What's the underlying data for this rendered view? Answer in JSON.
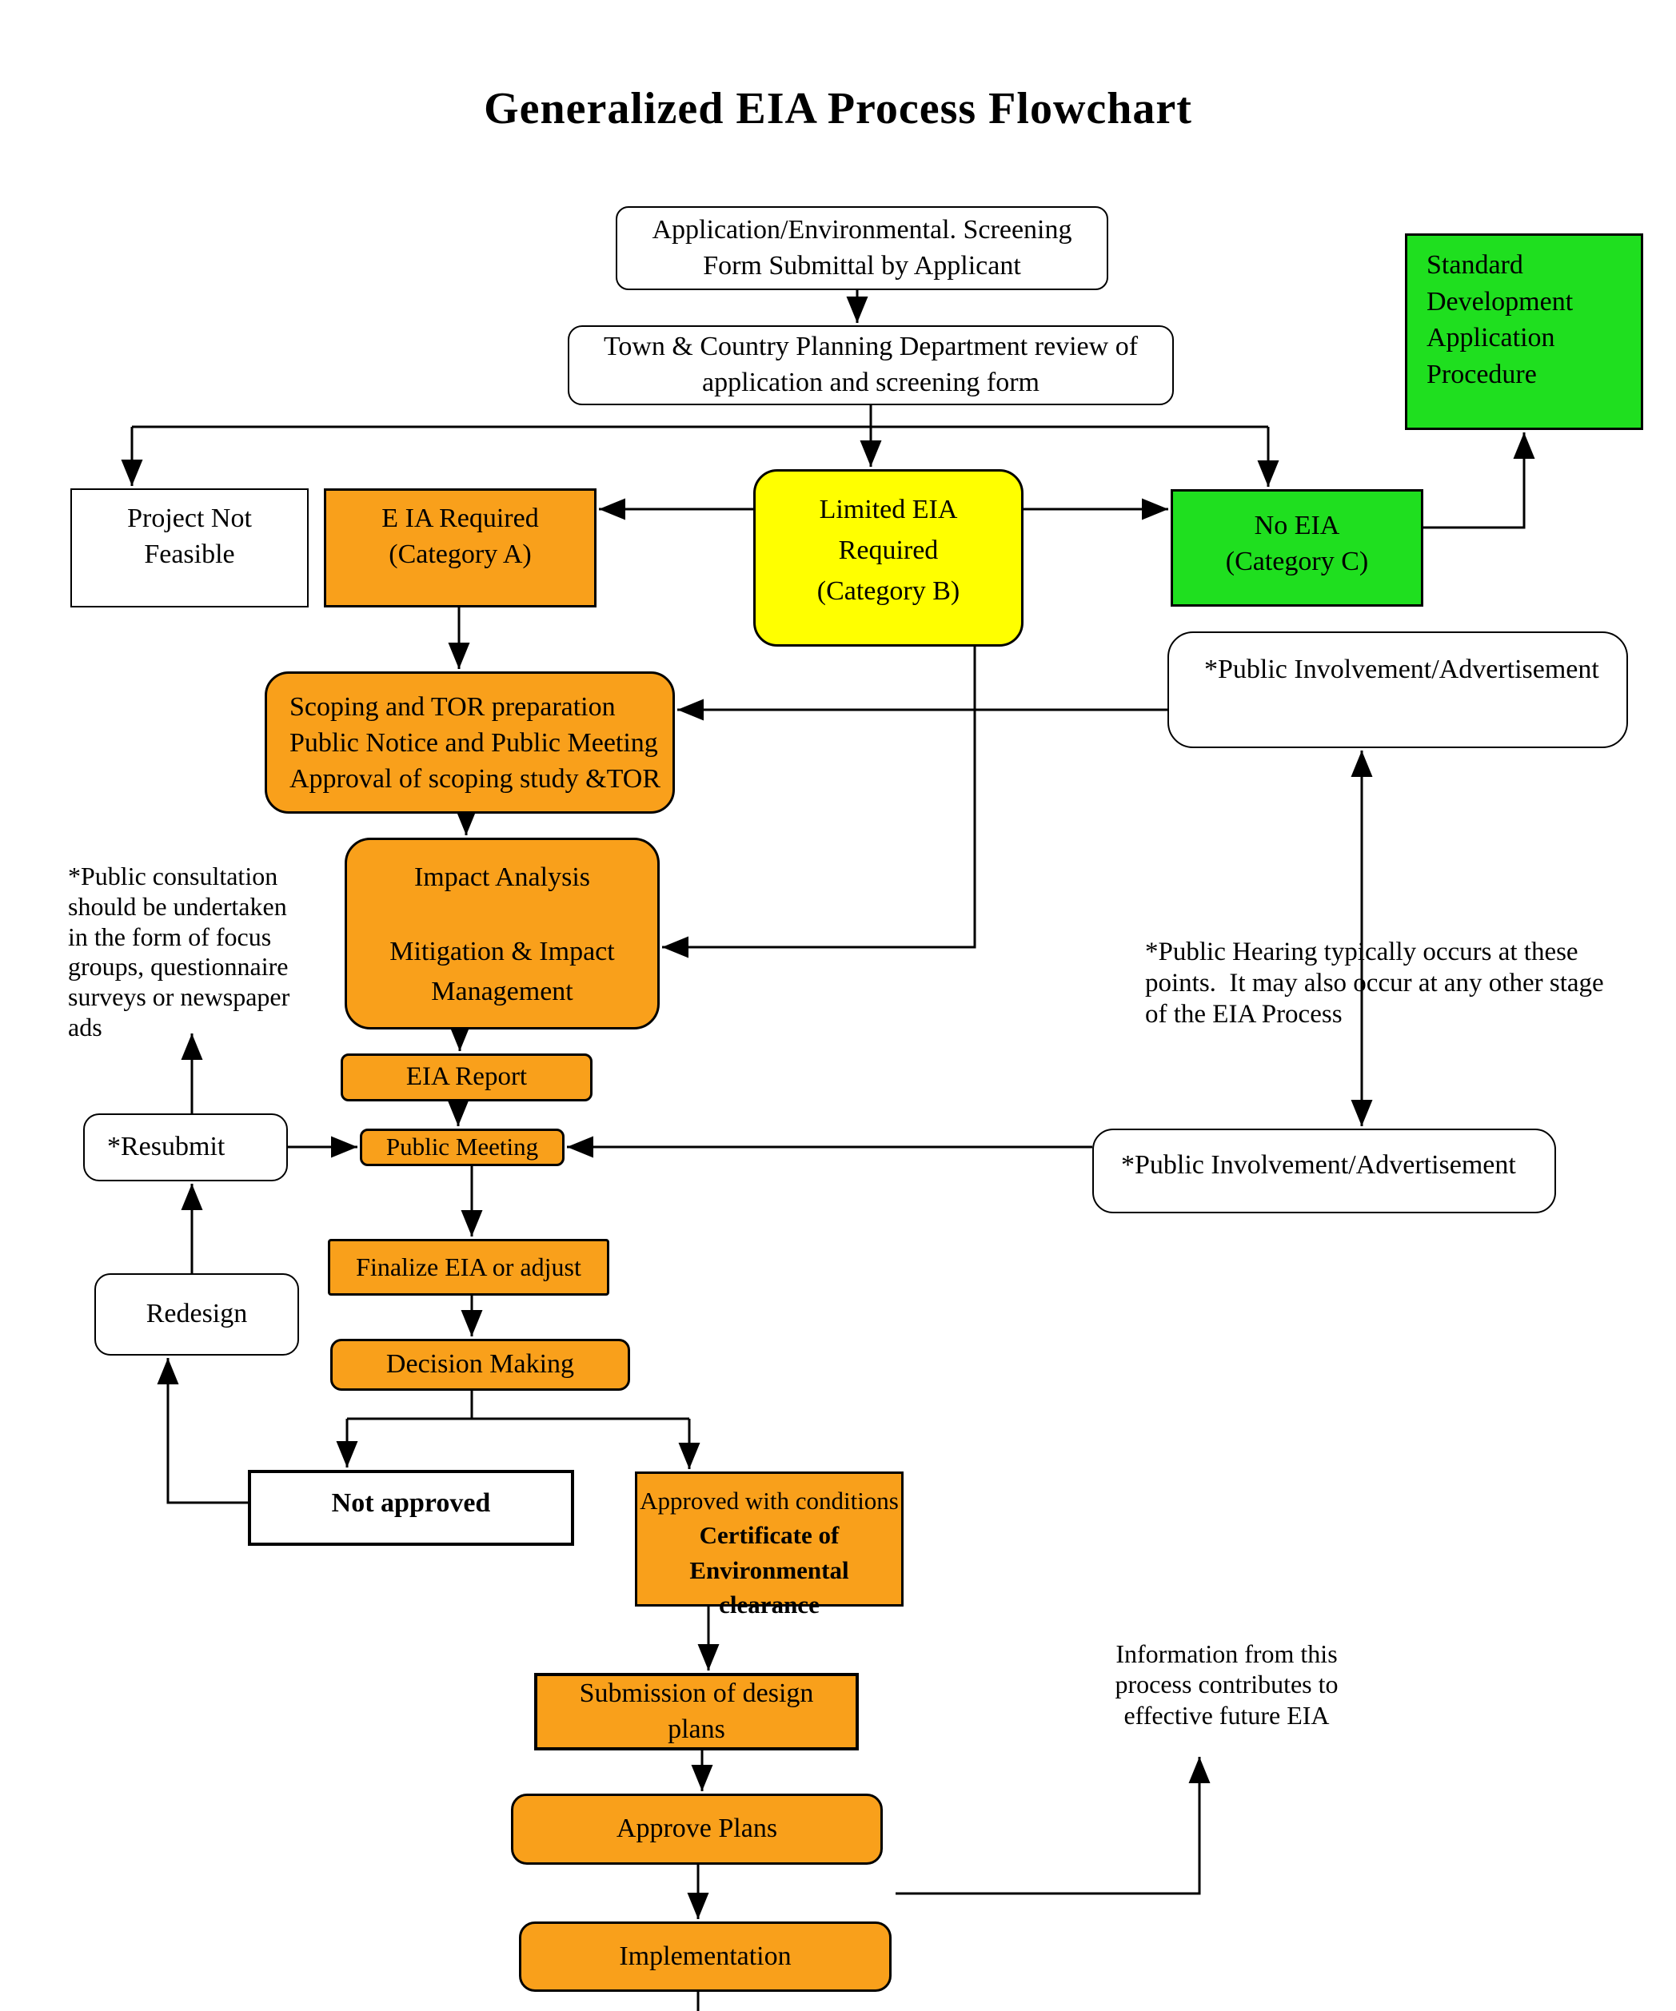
{
  "title": "Generalized EIA Process Flowchart",
  "colors": {
    "orange": "#f9a01b",
    "yellow": "#ffff00",
    "green": "#1fdf1f",
    "box_border": "#000000",
    "connector": "#000000"
  },
  "nodes": {
    "application": {
      "line1": "Application/Environmental. Screening",
      "line2": "Form Submittal by Applicant"
    },
    "tcp_review": {
      "line1": "Town & Country Planning Department review of",
      "line2": "application and screening form"
    },
    "standard_dev": {
      "text": "Standard Development Application Procedure"
    },
    "project_not_feasible": {
      "line1": "Project Not",
      "line2": "Feasible"
    },
    "eia_required": {
      "line1": "E IA Required",
      "line2": "(Category A)"
    },
    "limited_eia": {
      "line1": "Limited EIA",
      "line2": "Required",
      "line3": "(Category B)"
    },
    "no_eia": {
      "line1": "No EIA",
      "line2": "(Category C)"
    },
    "public_involvement_top": {
      "text": "*Public Involvement/Advertisement"
    },
    "scoping": {
      "line1": "Scoping and TOR preparation",
      "line2": "Public Notice and Public Meeting",
      "line3": "Approval of scoping study &TOR"
    },
    "impact": {
      "line1": "Impact Analysis",
      "line2": "Mitigation & Impact",
      "line3": "Management"
    },
    "eia_report": {
      "text": "EIA Report"
    },
    "resubmit": {
      "text": "*Resubmit"
    },
    "public_meeting": {
      "text": "Public Meeting"
    },
    "public_involvement_mid": {
      "text": "*Public Involvement/Advertisement"
    },
    "finalize": {
      "text": "Finalize EIA or adjust"
    },
    "redesign": {
      "text": "Redesign"
    },
    "decision": {
      "text": "Decision Making"
    },
    "not_approved": {
      "text": "Not approved"
    },
    "approved": {
      "line1": "Approved with conditions",
      "line2": "Certificate of",
      "line3": "Environmental clearance"
    },
    "submission": {
      "line1": "Submission of design",
      "line2": "plans"
    },
    "approve_plans": {
      "text": "Approve Plans"
    },
    "implementation": {
      "text": "Implementation"
    }
  },
  "notes": {
    "consultation": {
      "line1": "*Public consultation",
      "line2": "should be undertaken",
      "line3": "in the form of focus",
      "line4": "groups, questionnaire",
      "line5": "surveys or newspaper",
      "line6": "ads"
    },
    "hearing": {
      "line1": "*Public Hearing typically occurs at these",
      "line2": "points.  It may also occur at any other stage",
      "line3": "of the EIA Process"
    },
    "info": {
      "line1": "Information from this",
      "line2": "process contributes to",
      "line3": "effective future EIA"
    }
  }
}
